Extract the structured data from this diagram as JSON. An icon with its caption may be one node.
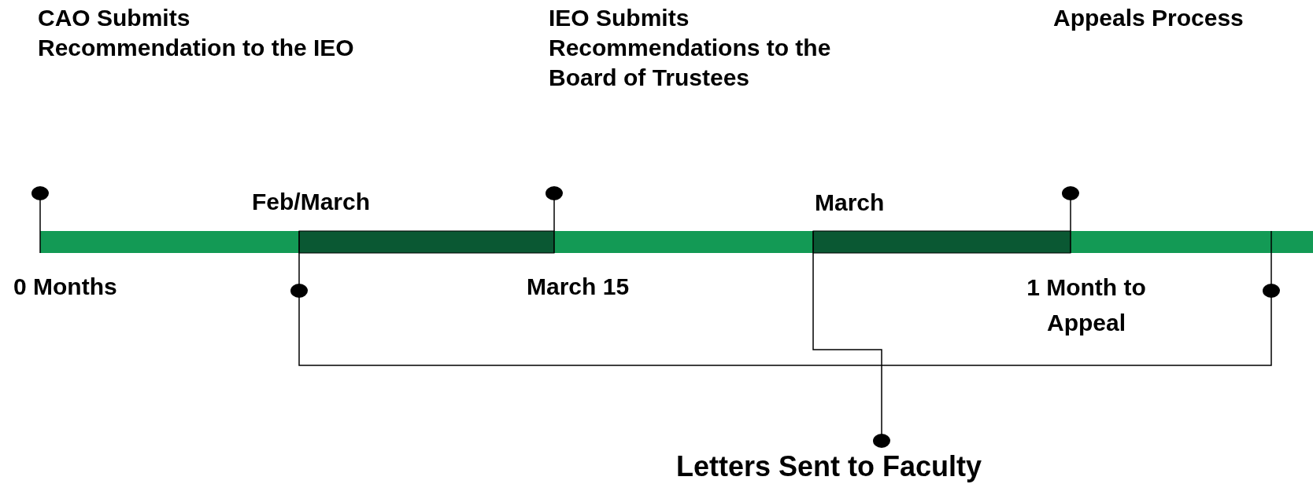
{
  "diagram": {
    "labels": [
      "CAO Submits Recommendation to the IEO",
      "IEO Submits Recommendations to the Board of Trustees",
      "Appeals Process",
      "Feb/March",
      "March",
      "0 Months",
      "March 15",
      "1 Month to Appeal",
      "Letters Sent to Faculty"
    ]
  }
}
